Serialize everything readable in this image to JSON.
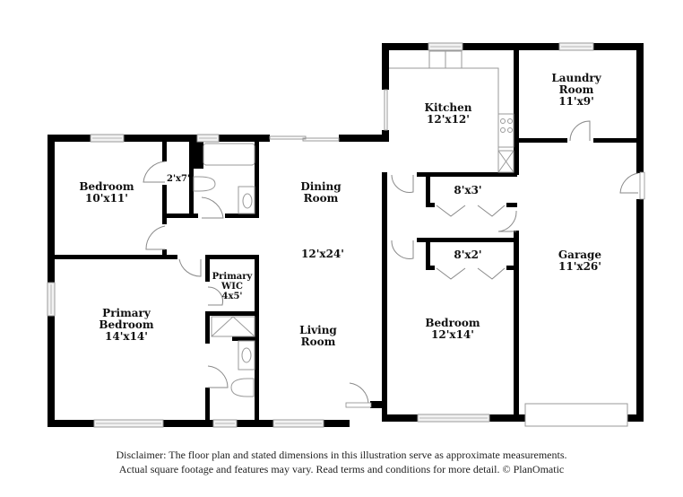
{
  "floorplan": {
    "rooms": [
      {
        "id": "bedroom-1",
        "name": "Bedroom",
        "dims": "10'x11'"
      },
      {
        "id": "closet-2x7",
        "name": "",
        "dims": "2'x7'"
      },
      {
        "id": "dining-room",
        "name": "Dining Room",
        "line1": "Dining",
        "line2": "Room",
        "dims": ""
      },
      {
        "id": "great-room",
        "name": "",
        "dims": "12'x24'"
      },
      {
        "id": "living-room",
        "name": "Living Room",
        "line1": "Living",
        "line2": "Room",
        "dims": ""
      },
      {
        "id": "primary-bedroom",
        "name": "Primary Bedroom",
        "line1": "Primary",
        "line2": "Bedroom",
        "dims": "14'x14'"
      },
      {
        "id": "primary-wic",
        "name": "Primary WIC",
        "line1": "Primary",
        "line2": "WIC",
        "dims": "4x5'"
      },
      {
        "id": "kitchen",
        "name": "Kitchen",
        "dims": "12'x12'"
      },
      {
        "id": "laundry-room",
        "name": "Laundry Room",
        "line1": "Laundry",
        "line2": "Room",
        "dims": "11'x9'"
      },
      {
        "id": "closet-8x3",
        "name": "",
        "dims": "8'x3'"
      },
      {
        "id": "closet-8x2",
        "name": "",
        "dims": "8'x2'"
      },
      {
        "id": "bedroom-2",
        "name": "Bedroom",
        "dims": "12'x14'"
      },
      {
        "id": "garage",
        "name": "Garage",
        "dims": "11'x26'"
      }
    ]
  },
  "disclaimer": {
    "line1": "Disclaimer: The floor plan and stated dimensions in this illustration serve as approximate measurements.",
    "line2": "Actual square footage and features may vary. Read terms and conditions for more detail. © PlanOmatic"
  },
  "colors": {
    "wall": "#000000",
    "fixture": "#9a9a9a",
    "background": "#ffffff"
  }
}
